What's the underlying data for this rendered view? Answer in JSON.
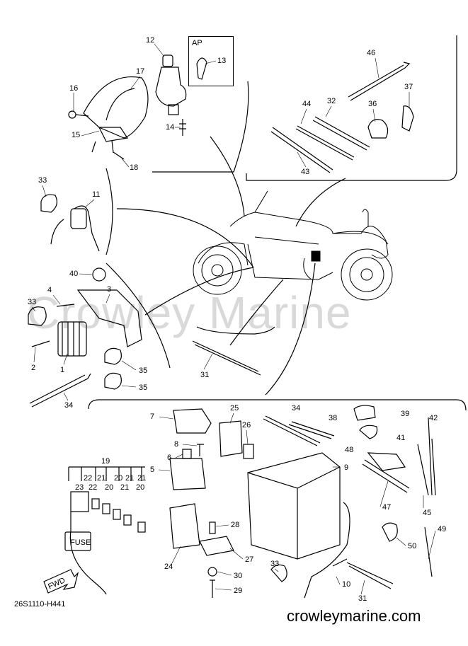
{
  "watermark": "Crowley Marine",
  "diagram_code": "26S1110-H441",
  "website": "crowleymarine.com",
  "inset_label": "AP",
  "fwd_label": "FWD",
  "fuse_label": "FUSE",
  "part_numbers": {
    "p1": "1",
    "p2": "2",
    "p3": "3",
    "p4": "4",
    "p5": "5",
    "p6": "6",
    "p7": "7",
    "p8": "8",
    "p9": "9",
    "p10": "10",
    "p11": "11",
    "p12": "12",
    "p13": "13",
    "p14": "14",
    "p15": "15",
    "p16": "16",
    "p17": "17",
    "p18": "18",
    "p19": "19",
    "p20": "20",
    "p21": "21",
    "p22": "22",
    "p23": "23",
    "p24": "24",
    "p25": "25",
    "p26": "26",
    "p27": "27",
    "p28": "28",
    "p29": "29",
    "p30": "30",
    "p31": "31",
    "p32": "32",
    "p33": "33",
    "p34": "34",
    "p35": "35",
    "p36": "36",
    "p37": "37",
    "p38": "38",
    "p39": "39",
    "p40": "40",
    "p41": "41",
    "p42": "42",
    "p43": "43",
    "p44": "44",
    "p45": "45",
    "p46": "46",
    "p47": "47",
    "p48": "48",
    "p49": "49",
    "p50": "50"
  }
}
